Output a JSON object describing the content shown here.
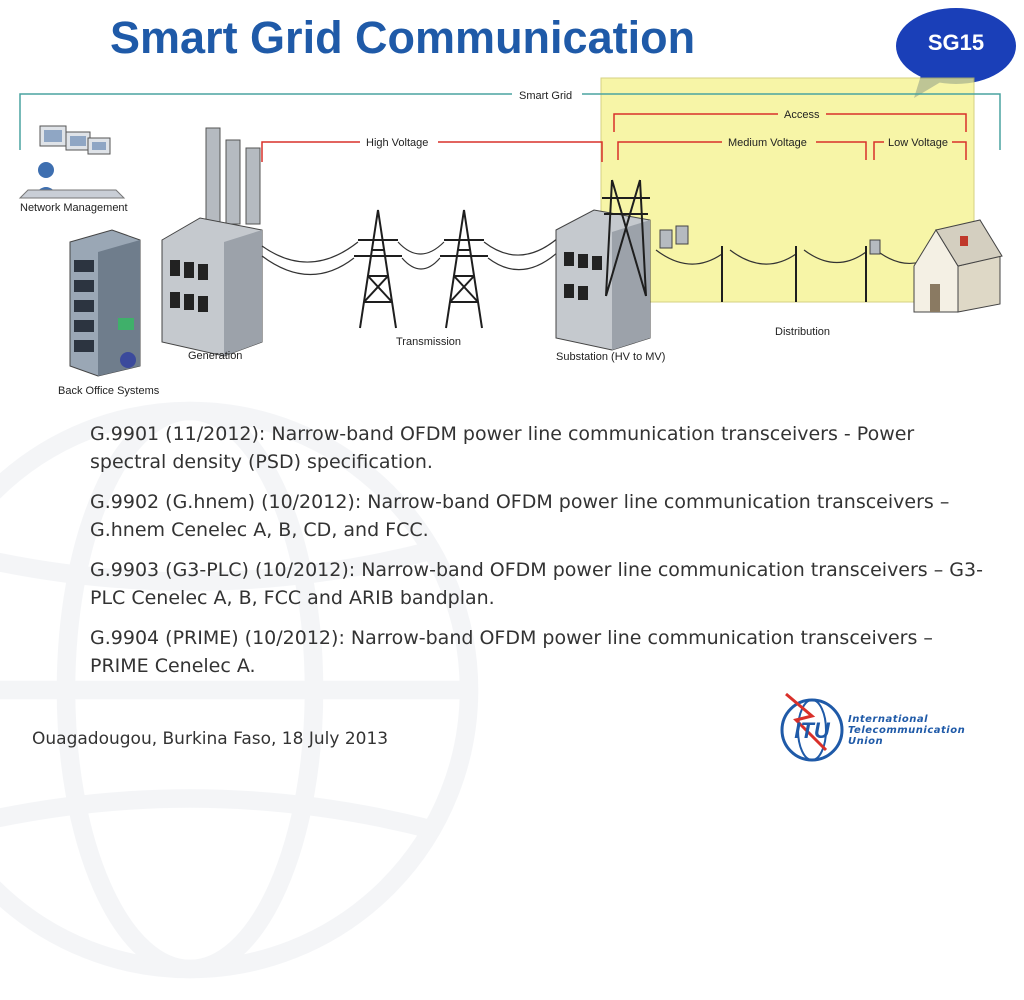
{
  "title": "Smart Grid Communication",
  "badge": "SG15",
  "diagram": {
    "smart_grid": "Smart Grid",
    "high_voltage": "High Voltage",
    "access": "Access",
    "medium_voltage": "Medium Voltage",
    "low_voltage": "Low Voltage",
    "network_management": "Network Management",
    "back_office_systems": "Back Office Systems",
    "generation": "Generation",
    "transmission": "Transmission",
    "substation": "Substation (HV to MV)",
    "distribution": "Distribution"
  },
  "bullets": [
    "G.9901 (11/2012): Narrow-band OFDM power line communication transceivers - Power spectral density (PSD) specification.",
    "G.9902 (G.hnem) (10/2012): Narrow-band OFDM power line communication transceivers – G.hnem Cenelec A, B, CD, and FCC.",
    "G.9903 (G3-PLC) (10/2012): Narrow-band OFDM power line communication transceivers – G3-PLC Cenelec A, B, FCC and ARIB bandplan.",
    "G.9904 (PRIME) (10/2012): Narrow-band OFDM power line communication transceivers – PRIME Cenelec A."
  ],
  "footer": "Ouagadougou, Burkina Faso, 18 July 2013",
  "logo": {
    "mark": "ITU",
    "line1": "International",
    "line2": "Telecommunication",
    "line3": "Union"
  },
  "colors": {
    "title": "#1f5aa8",
    "badge": "#1a3fb8",
    "highlight": "#f5f28a",
    "smart_grid_line": "#4aa3a0",
    "voltage_line": "#d9302a"
  }
}
